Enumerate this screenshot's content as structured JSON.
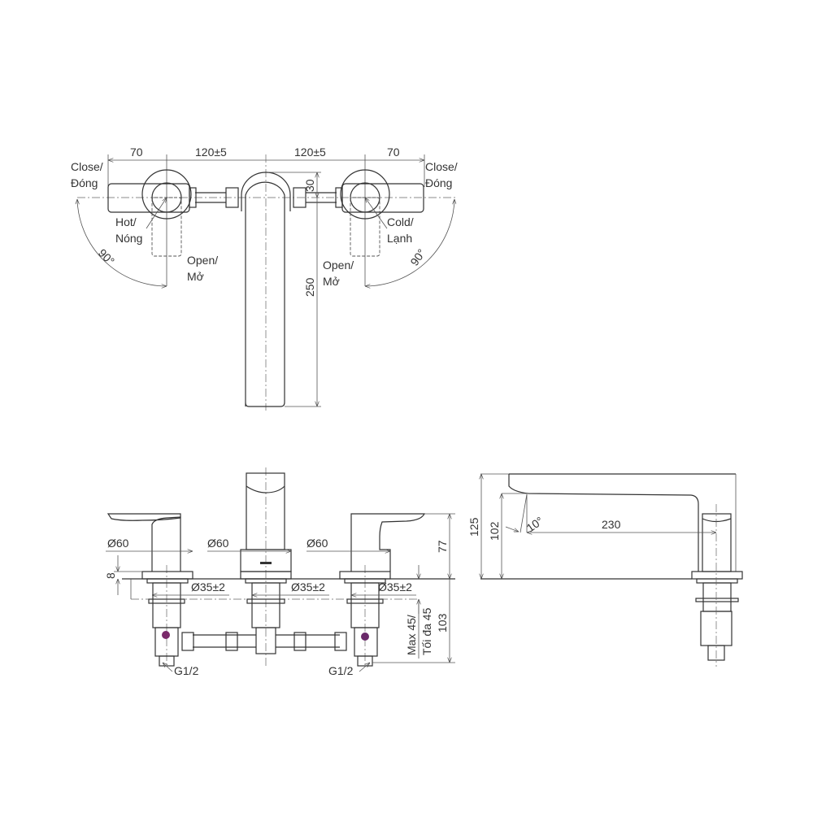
{
  "top_view": {
    "dim_left": "70",
    "dim_mid_left": "120±5",
    "dim_mid_right": "120±5",
    "dim_right": "70",
    "dim_spout_offset": "30",
    "dim_spout_length": "250",
    "close_left": [
      "Close/",
      "Đóng"
    ],
    "close_right": [
      "Close/",
      "Đóng"
    ],
    "hot": [
      "Hot/",
      "Nóng"
    ],
    "cold": [
      "Cold/",
      "Lạnh"
    ],
    "open_left": [
      "Open/",
      "Mở"
    ],
    "open_right": [
      "Open/",
      "Mở"
    ],
    "angle_left": "90°",
    "angle_right": "90°"
  },
  "front_view": {
    "dia_left": "Ø60",
    "dia_center": "Ø60",
    "dia_right": "Ø60",
    "hole_left": "Ø35±2",
    "hole_center": "Ø35±2",
    "hole_right": "Ø35±2",
    "flange_height": "8",
    "height_above": "77",
    "height_below": "103",
    "deck_thickness": [
      "Max 45/",
      "Tối đa 45"
    ],
    "thread_left": "G1/2",
    "thread_right": "G1/2",
    "hot_marker_color": "#7a2a6a",
    "cold_marker_color": "#6a2a6a"
  },
  "side_view": {
    "total_height": "125",
    "spout_height": "102",
    "spout_angle": "10°",
    "spout_reach": "230"
  }
}
